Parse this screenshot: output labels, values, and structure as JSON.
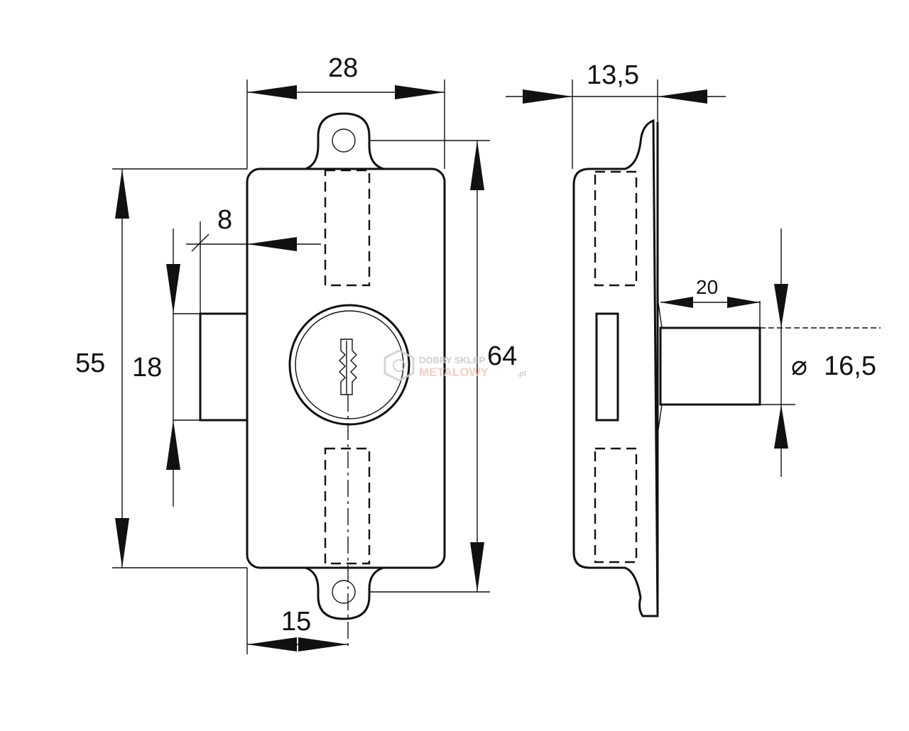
{
  "dimensions": {
    "width_top": "28",
    "depth_top": "13,5",
    "height_body": "55",
    "height_total": "64",
    "bolt_offset": "8",
    "bolt_height": "18",
    "keyhole_offset": "15",
    "cylinder_length": "20",
    "cylinder_diameter": "16,5"
  },
  "watermark": {
    "line1": "DOBRY SKLEP",
    "line2": "METALOWY",
    "suffix": ".pl"
  }
}
